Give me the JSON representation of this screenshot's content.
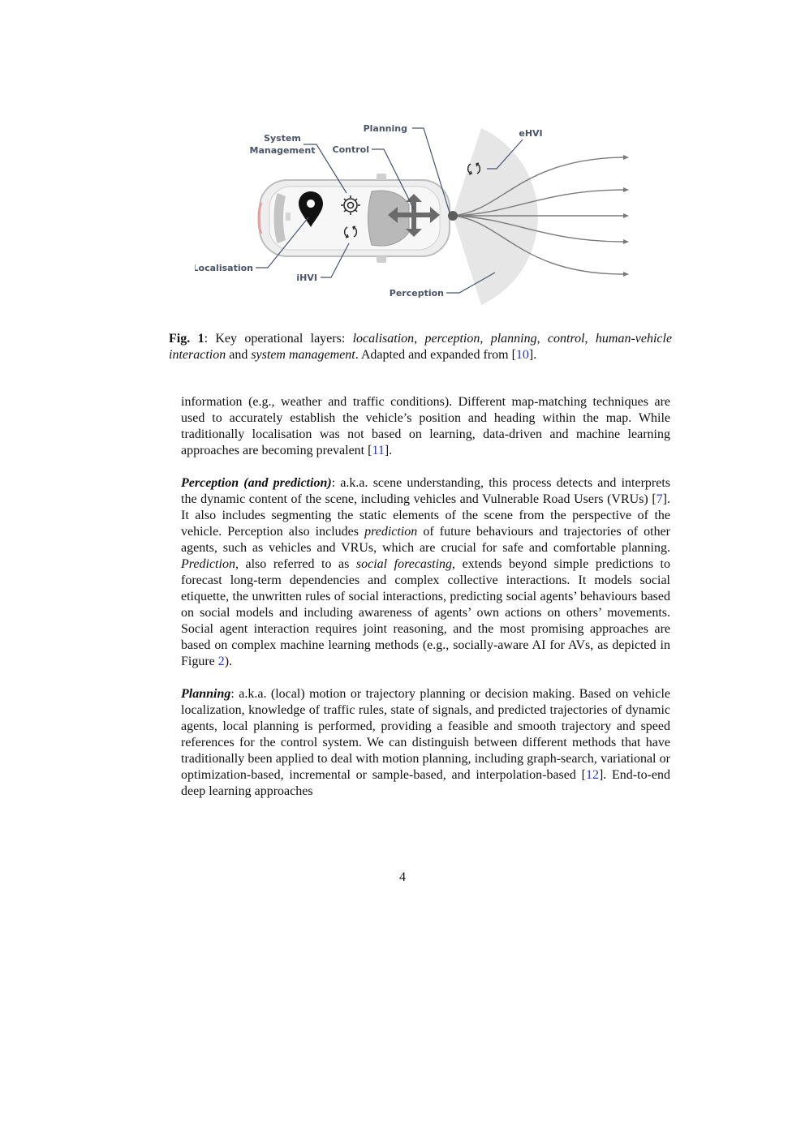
{
  "figure": {
    "labels": {
      "system_management_1": "System",
      "system_management_2": "Management",
      "planning": "Planning",
      "control": "Control",
      "ehvi": "eHVI",
      "localisation": "Localisation",
      "ihvi": "iHVI",
      "perception": "Perception"
    },
    "icons": [
      "map-pin-icon",
      "gear-icon",
      "move-arrows-icon",
      "cycle-icon"
    ],
    "colors": {
      "label": "#4a5466",
      "fov": "#e6e6e6",
      "trajectory": "#7a7a7a"
    }
  },
  "caption": {
    "label": "Fig.",
    "number": "1",
    "intro": ": Key operational layers: ",
    "t1": "localisation",
    "s1": ", ",
    "t2": "perception",
    "s2": ", ",
    "t3": "planning",
    "s3": ", ",
    "t4": "control",
    "s4": ", ",
    "t5": "human-vehicle interaction",
    "s5": " and ",
    "t6": "system management",
    "s6": ". Adapted and expanded from ",
    "cite_open": "[",
    "cite": "10",
    "cite_close": "].",
    "trailing": ""
  },
  "para1": {
    "text": "information (e.g., weather and traffic conditions). Different map-matching techniques are used to accurately establish the vehicle’s position and heading within the map. While traditionally localisation was not based on learning, data-driven and machine learning approaches are becoming prevalent ",
    "cite_open": "[",
    "cite": "11",
    "cite_close": "]."
  },
  "para2": {
    "heading": "Perception (and prediction)",
    "a": ": a.k.a. scene understanding, this process detects and interprets the dynamic content of the scene, including vehicles and Vulnerable Road Users (VRUs)  [",
    "cite1": "7",
    "b": "]. It also includes segmenting the static elements of the scene from the perspective of the vehicle. Perception also includes ",
    "i1": "prediction",
    "c": " of future behaviours and trajectories of other agents, such as vehicles and VRUs, which are crucial for safe and comfortable planning. ",
    "i2": "Prediction",
    "d": ", also referred to as ",
    "i3": "social forecasting",
    "e": ", extends beyond simple predictions to forecast long-term dependencies and complex collective interactions. It models social etiquette, the unwritten rules of social interactions, predicting social agents’ behaviours based on social models and including awareness of agents’ own actions on others’ movements. Social agent interaction requires joint reasoning, and the most promising approaches are based on complex machine learning methods (e.g., socially-aware AI for AVs, as depicted in Figure ",
    "cite2": "2",
    "f": ")."
  },
  "para3": {
    "heading": "Planning",
    "a": ": a.k.a. (local) motion or trajectory planning or decision making. Based on vehicle localization, knowledge of traffic rules, state of signals, and predicted trajectories of dynamic agents, local planning is performed, providing a feasible and smooth trajectory and speed references for the control system. We can distinguish between different methods that have traditionally been applied to deal with motion planning, including graph-search, variational or optimization-based, incremental or sample-based, and interpolation-based [",
    "cite": "12",
    "b": "]. End-to-end deep learning approaches"
  },
  "page_number": "4"
}
